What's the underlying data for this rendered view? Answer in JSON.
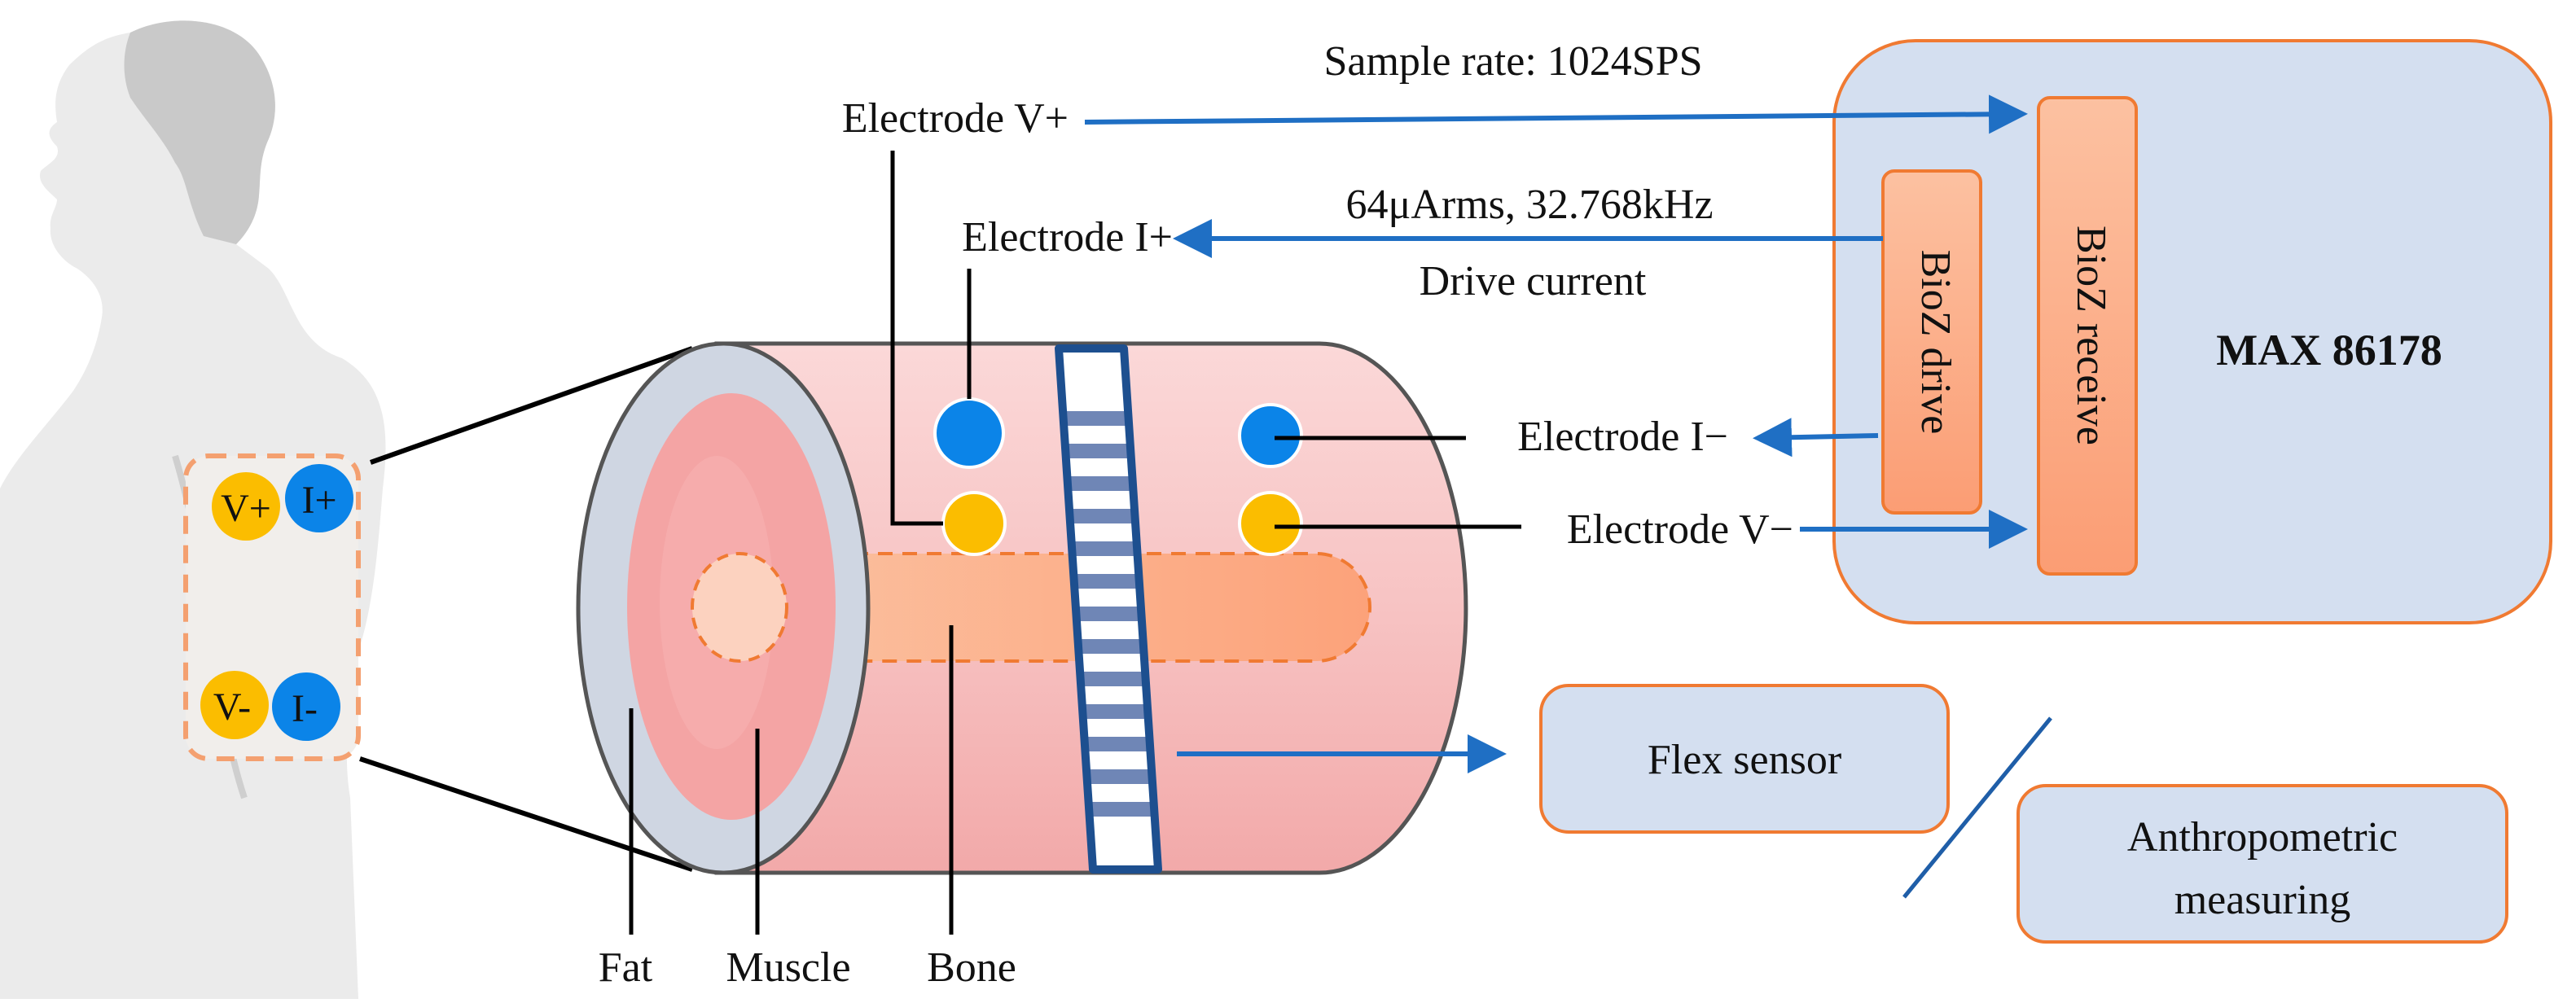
{
  "labels": {
    "sample_rate": "Sample rate: 1024SPS",
    "electrode_v_plus": "Electrode V+",
    "electrode_i_plus": "Electrode I+",
    "electrode_i_minus": "Electrode I−",
    "electrode_v_minus": "Electrode V−",
    "drive_spec": "64μArms, 32.768kHz",
    "drive_current": "Drive current",
    "bioz_drive": "BioZ drive",
    "bioz_receive": "BioZ receive",
    "chip_name": "MAX 86178",
    "flex_sensor": "Flex sensor",
    "anthropometric_line1": "Anthropometric",
    "anthropometric_line2": "measuring",
    "fat": "Fat",
    "muscle": "Muscle",
    "bone": "Bone"
  },
  "arm_electrodes": {
    "v_plus": "V+",
    "i_plus": "I+",
    "v_minus": "V-",
    "i_minus": "I-"
  },
  "colors": {
    "arrow_blue": "#1f6fc4",
    "electrode_blue": "#0b84e8",
    "electrode_yellow": "#fbbd00",
    "orange_border": "#f07a32",
    "panel_fill": "#d4dff0",
    "bioz_fill": "#fba883",
    "tissue_pink": "#f5b8b8",
    "bone_fill": "#fbb591",
    "fat_ring": "#cfd6e2",
    "sensor_band": "#1d4f8f"
  }
}
